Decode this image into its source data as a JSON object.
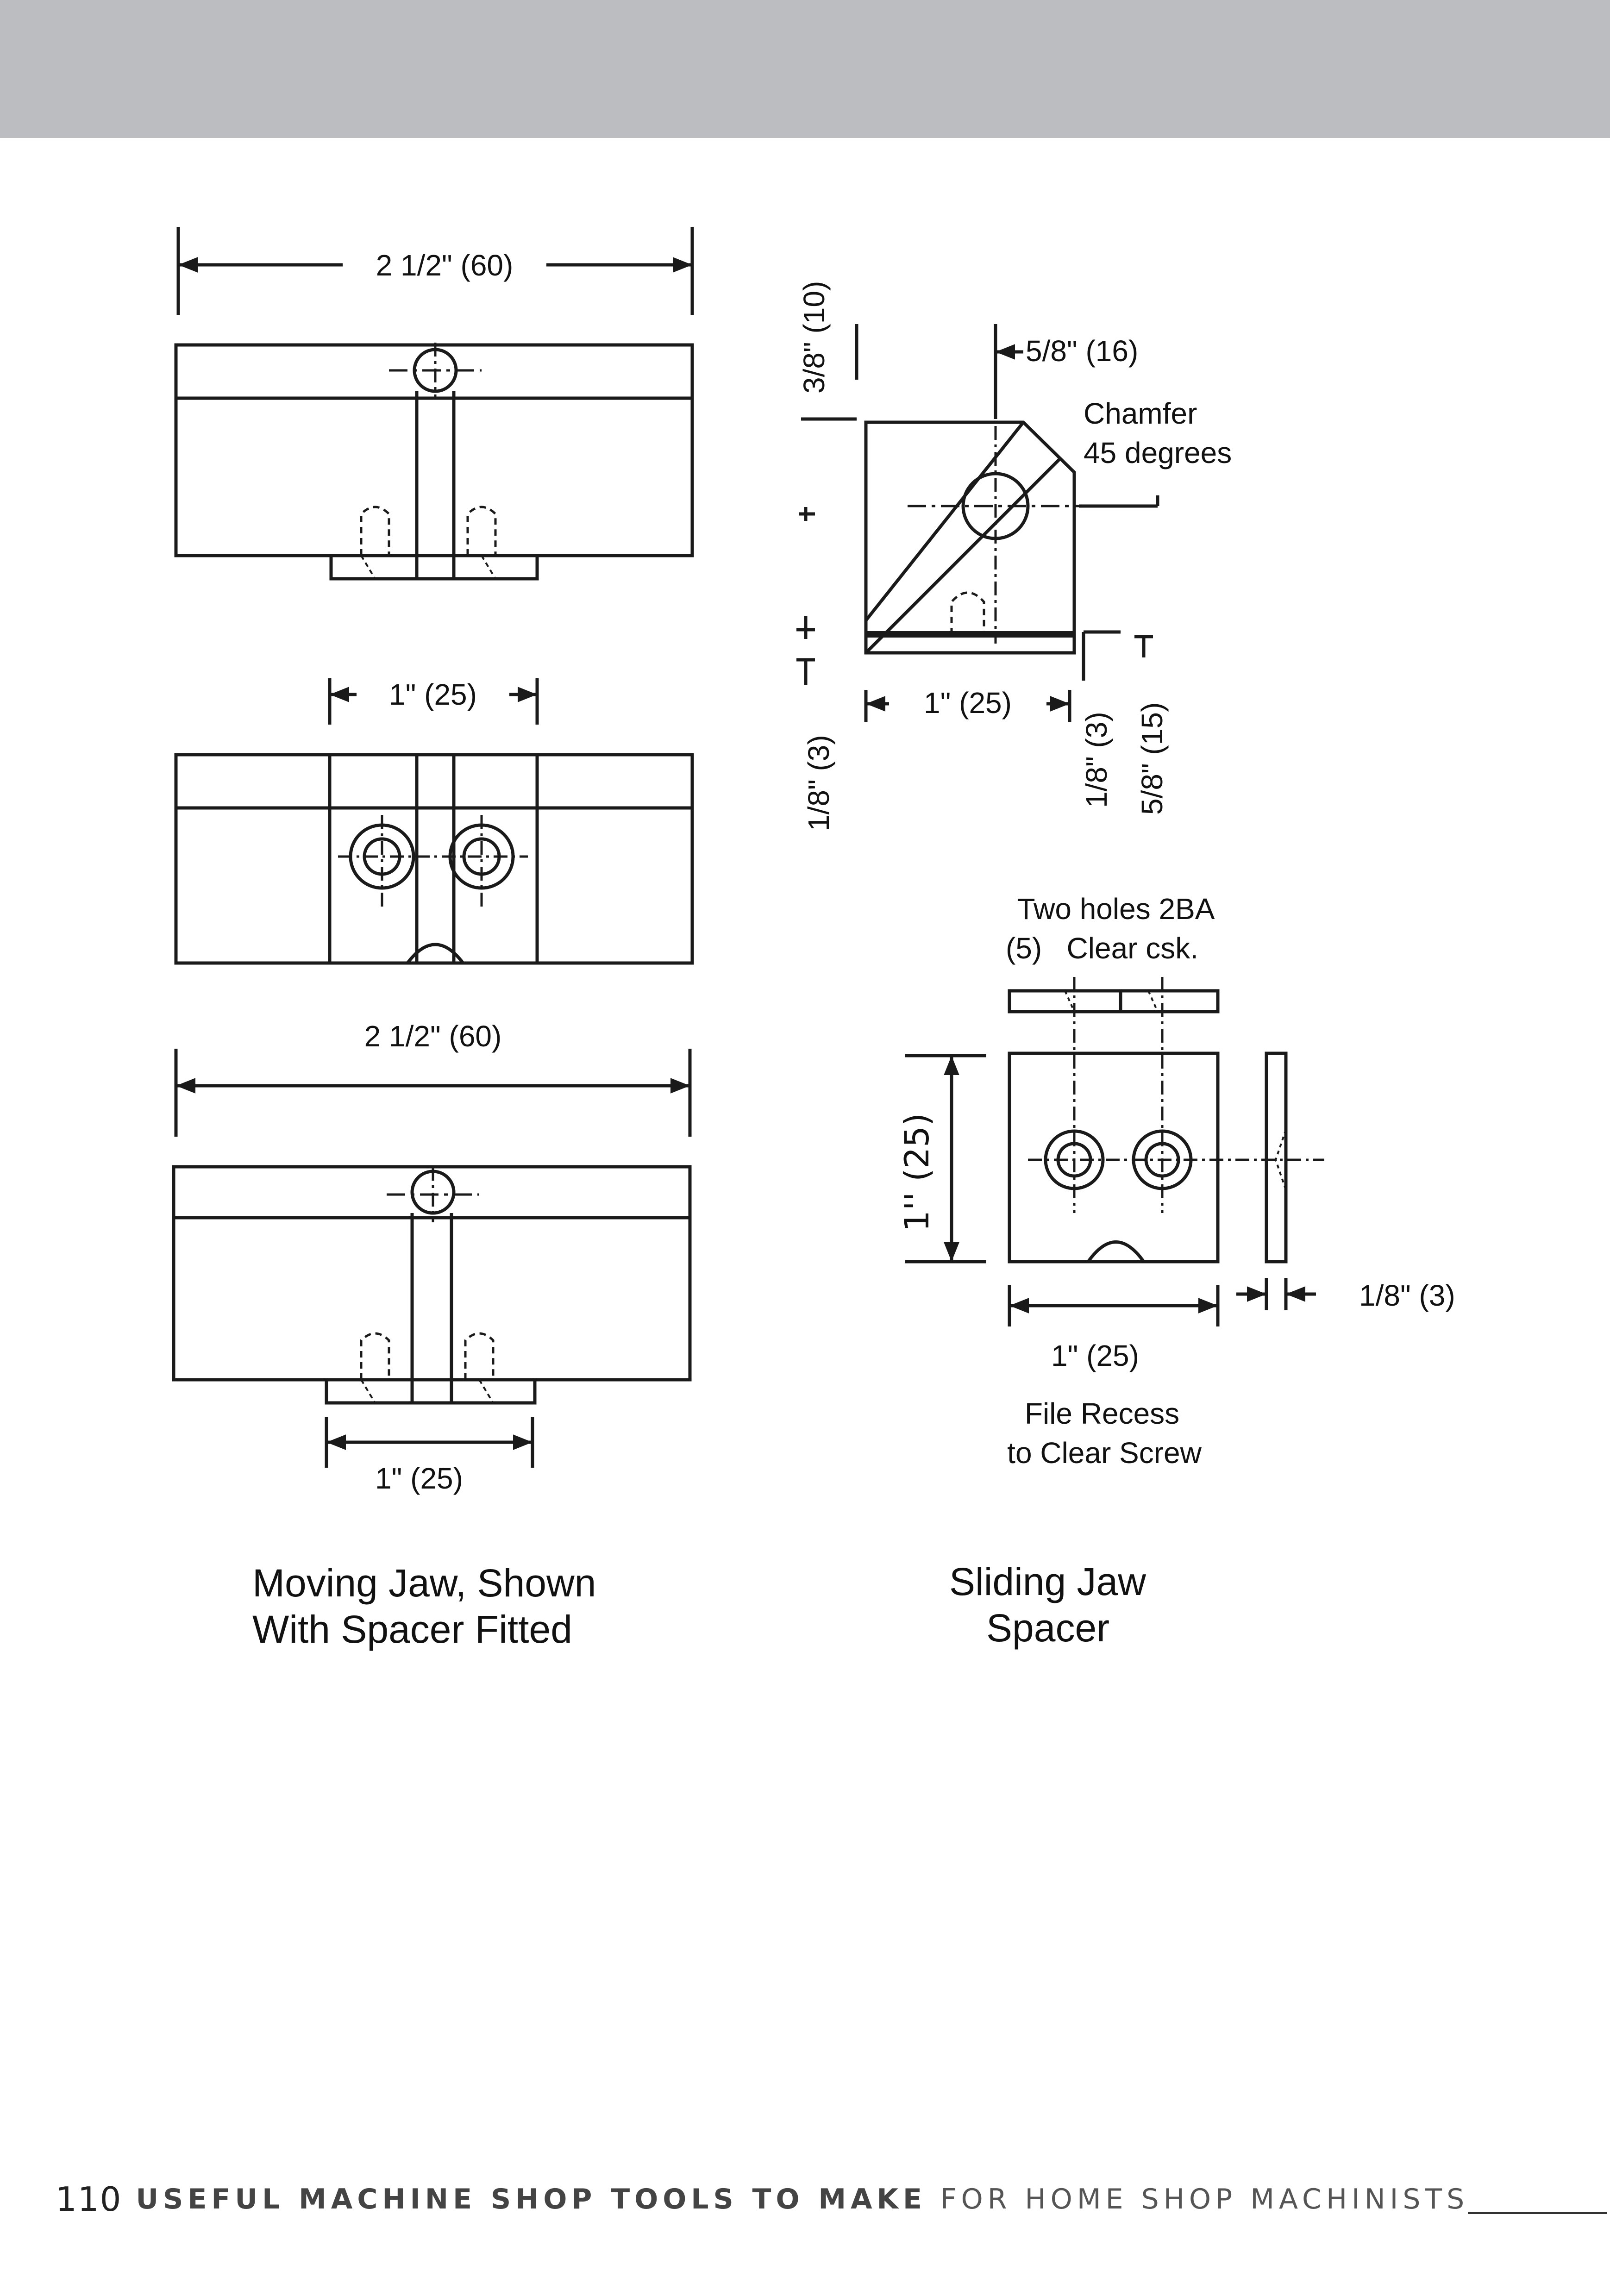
{
  "page": {
    "header_band_color": "#bcbdc0",
    "line_color": "#1a1a1a",
    "page_number": "110",
    "book_title_bold": "useful machine shop tools to make",
    "book_title_light": "for home shop machinists"
  },
  "moving_jaw": {
    "caption_line1": "Moving Jaw, Shown",
    "caption_line2": "With Spacer Fitted",
    "dim_top_width": "2 1/2\" (60)",
    "dim_mid_spacing": "1\" (25)",
    "dim_lower_width": "2 1/2\" (60)",
    "dim_bottom_spacer": "1\" (25)"
  },
  "sliding_jaw": {
    "caption_line1": "Sliding Jaw",
    "caption_line2": "Spacer",
    "dim_top_offset": "3/8\" (10)",
    "dim_hole_offset": "5/8\" (16)",
    "chamfer_line1": "Chamfer",
    "chamfer_line2": "45 degrees",
    "dim_width": "1\" (25)",
    "dim_left_thickness": "1/8\" (3)",
    "dim_right_thickness": "1/8\" (3)",
    "dim_right_height": "5/8\" (15)",
    "holes_line1": "Two holes 2BA",
    "holes_line2": "(5)   Clear csk.",
    "dim_spacer_height": "1'' (25)",
    "dim_spacer_width": "1\" (25)",
    "dim_spacer_thickness": "1/8\" (3)",
    "recess_line1": "File Recess",
    "recess_line2": "to Clear Screw"
  }
}
